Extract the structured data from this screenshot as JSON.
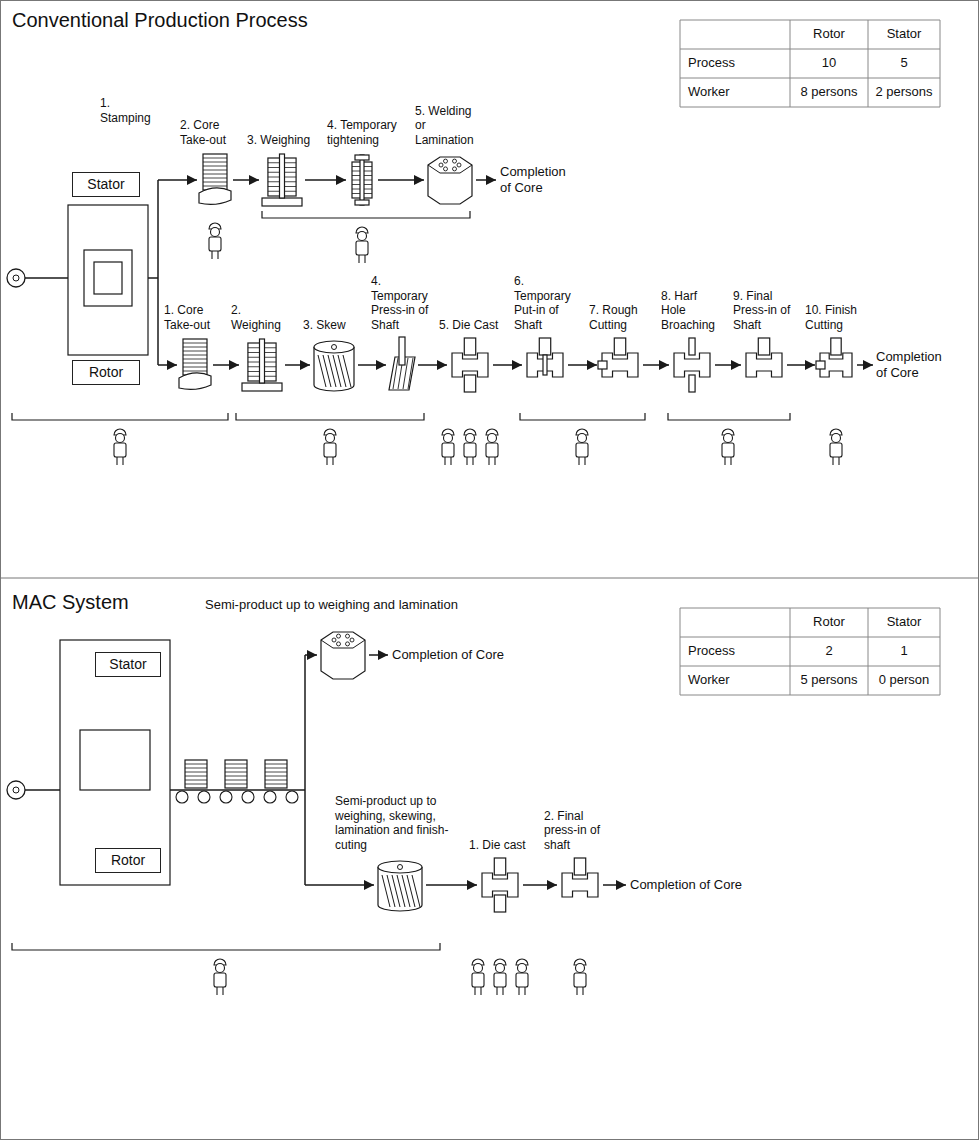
{
  "diagram": {
    "nodes": [
      {
        "text": [
          "Stator"
        ]
      },
      {
        "text": [
          "Rotor"
        ]
      },
      {
        "text": [
          "2. Core Take-out"
        ]
      },
      {
        "text": [
          "3. Weighing"
        ]
      },
      {
        "text": [
          "4. Temporary tightening"
        ]
      },
      {
        "text": [
          "5. Welding or Lamination"
        ]
      },
      {
        "text": [
          "1. Core Take-out"
        ]
      },
      {
        "text": [
          "2. Weighing"
        ]
      },
      {
        "text": [
          "3. Skew"
        ]
      },
      {
        "text": [
          "4. Temporary Press-in of Shaft"
        ]
      },
      {
        "text": [
          "5. Die Cast"
        ]
      },
      {
        "text": [
          "6. Temporary Put-in of Shaft"
        ]
      },
      {
        "text": [
          "7. Rough Cutting"
        ]
      },
      {
        "text": [
          "8. Harf Hole Broaching"
        ]
      },
      {
        "text": [
          "9. Final Press-in of Shaft"
        ]
      },
      {
        "text": [
          "10. Finish Cutting"
        ]
      },
      {
        "text": [
          "Stator"
        ]
      },
      {
        "text": [
          "Rotor"
        ]
      },
      {
        "text": [
          "Semi-product up to weighing, skewing, lamination and finish-cuting"
        ]
      },
      {
        "text": [
          "1. Die cast"
        ]
      },
      {
        "text": [
          "2. Final press-in of shaft"
        ]
      }
    ],
    "edges": [
      {
        "from": 2,
        "to": 3,
        "arrow": "to"
      },
      {
        "from": 3,
        "to": 4,
        "arrow": "to"
      },
      {
        "from": 4,
        "to": 5,
        "arrow": "to"
      },
      {
        "from": 6,
        "to": 7,
        "arrow": "to"
      },
      {
        "from": 7,
        "to": 8,
        "arrow": "to"
      },
      {
        "from": 8,
        "to": 9,
        "arrow": "to"
      },
      {
        "from": 9,
        "to": 10,
        "arrow": "to"
      },
      {
        "from": 10,
        "to": 11,
        "arrow": "to"
      },
      {
        "from": 11,
        "to": 12,
        "arrow": "to"
      },
      {
        "from": 12,
        "to": 13,
        "arrow": "to"
      },
      {
        "from": 13,
        "to": 14,
        "arrow": "to"
      },
      {
        "from": 14,
        "to": 15,
        "arrow": "to"
      },
      {
        "from": 18,
        "to": 19,
        "arrow": "to"
      },
      {
        "from": 19,
        "to": 20,
        "arrow": "to"
      }
    ],
    "labels": [
      "Conventional Production Process",
      "Rotor",
      "Stator",
      "Process",
      "10",
      "5",
      "Worker",
      "8 persons",
      "2 persons",
      "1. Stamping",
      "Completion of Core",
      "Completion of Core",
      "MAC System",
      "Semi-product up to weighing and lamination",
      "Rotor",
      "Stator",
      "Process",
      "2",
      "1",
      "Worker",
      "5 persons",
      "0 person",
      "Completion of Core",
      "Completion of Core"
    ]
  }
}
